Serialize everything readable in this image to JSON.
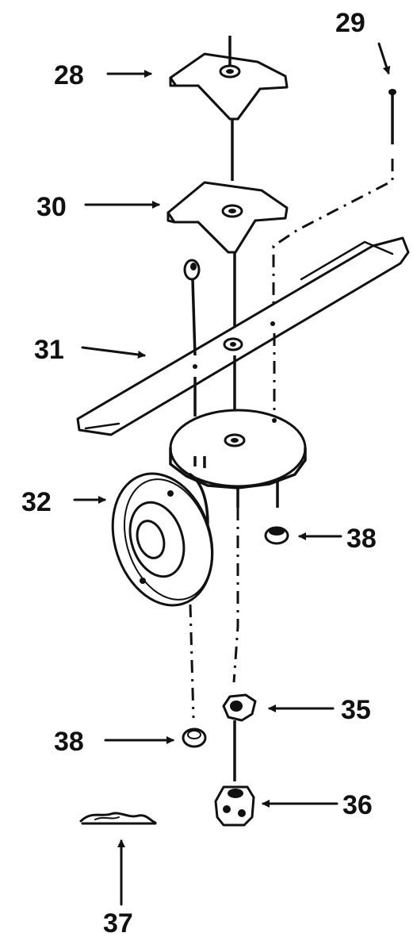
{
  "labels": {
    "l28": "28",
    "l29": "29",
    "l30": "30",
    "l31": "31",
    "l32": "32",
    "l35": "35",
    "l36": "36",
    "l37": "37",
    "l38a": "38",
    "l38b": "38"
  }
}
